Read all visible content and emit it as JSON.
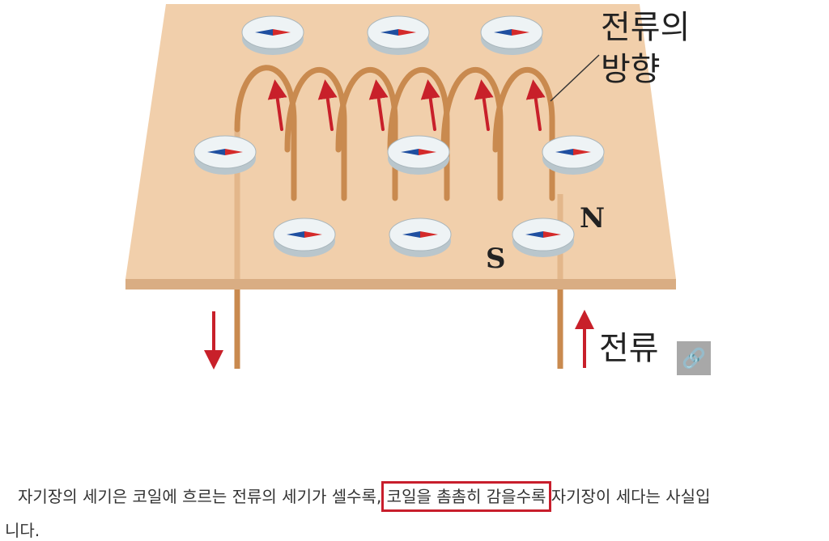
{
  "figure": {
    "label_direction_line1": "전류의",
    "label_direction_line2": "방향",
    "pole_n": "N",
    "pole_s": "S",
    "label_current": "전류",
    "link_icon": "link-icon",
    "colors": {
      "board": "#f1cfab",
      "wire": "#c98a4f",
      "arrow": "#c8202a"
    }
  },
  "text": {
    "before": "자기장의 세기은 코일에 흐르는 전류의 세기가 셀수록, ",
    "highlight": "코일을 촘촘히 감을수록",
    "after": " 자기장이 세다는 사실입",
    "line2": "니다."
  }
}
